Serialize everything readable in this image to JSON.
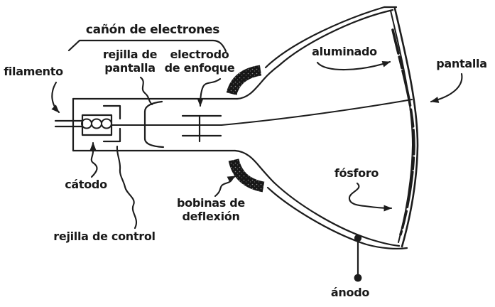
{
  "diagram": {
    "background_color": "#ffffff",
    "ink_color": "#1c1c1c",
    "labels": {
      "electron_gun": "cañón de electrones",
      "screen_grid_line1": "rejilla de",
      "screen_grid_line2": "pantalla",
      "focus_electrode_line1": "electrodo",
      "focus_electrode_line2": "de enfoque",
      "filament": "filamento",
      "aluminized": "aluminado",
      "screen": "pantalla",
      "cathode": "cátodo",
      "control_grid": "rejilla de control",
      "deflection_coils_line1": "bobinas de",
      "deflection_coils_line2": "deflexión",
      "phosphor": "fósforo",
      "anode": "ánodo"
    }
  }
}
